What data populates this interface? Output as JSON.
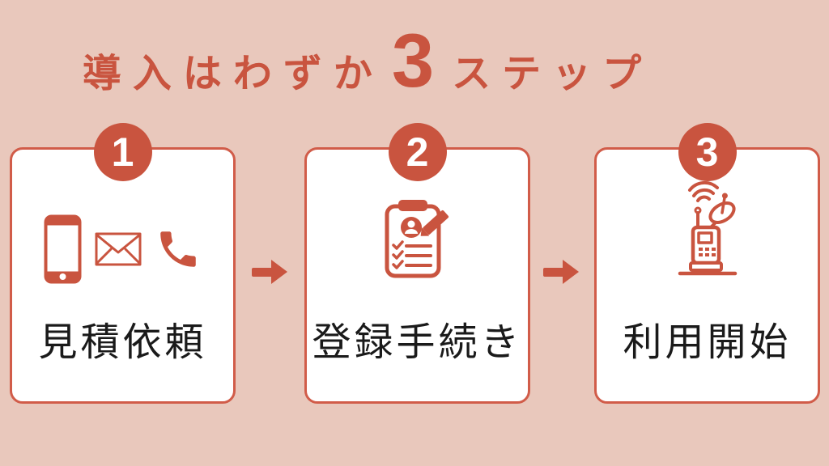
{
  "title": {
    "prefix": "導入はわずか",
    "number": "3",
    "suffix": "ステップ"
  },
  "colors": {
    "background": "#e9c8bc",
    "accent": "#c9543f",
    "accent_border": "#d15c49",
    "card_bg": "#ffffff",
    "label_text": "#1a1a1a",
    "badge_text": "#ffffff"
  },
  "steps": [
    {
      "number": "1",
      "label": "見積依頼",
      "icons": [
        "smartphone-icon",
        "envelope-icon",
        "phone-handset-icon"
      ]
    },
    {
      "number": "2",
      "label": "登録手続き",
      "icons": [
        "registration-clipboard-icon"
      ]
    },
    {
      "number": "3",
      "label": "利用開始",
      "icons": [
        "satellite-phone-icon"
      ]
    }
  ],
  "connectors": [
    {
      "icon": "right-arrow-icon"
    },
    {
      "icon": "right-arrow-icon"
    }
  ]
}
